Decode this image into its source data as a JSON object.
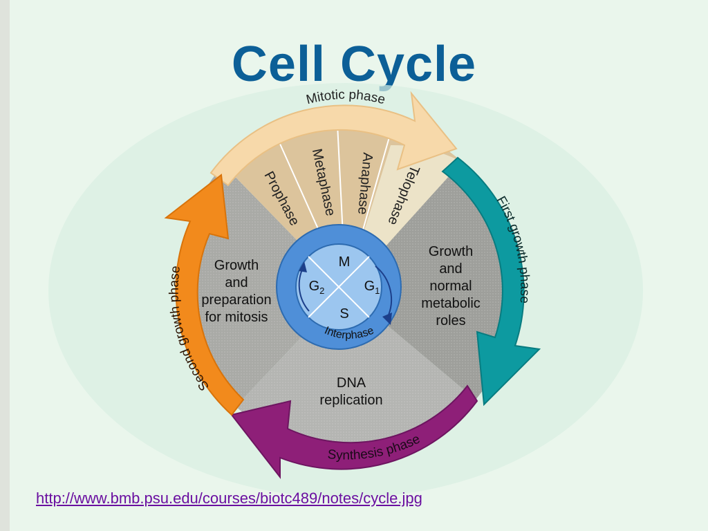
{
  "title": "Cell Cycle",
  "arcs": {
    "mitotic": "Mitotic phase",
    "first_growth": "First growth phase",
    "synthesis": "Synthesis phase",
    "second_growth": "Second growth phase"
  },
  "mitosis_stages": [
    "Prophase",
    "Metaphase",
    "Anaphase",
    "Telophase"
  ],
  "sectors": {
    "g1": [
      "Growth",
      "and",
      "normal",
      "metabolic",
      "roles"
    ],
    "s": [
      "DNA",
      "replication"
    ],
    "g2": [
      "Growth",
      "and",
      "preparation",
      "for mitosis"
    ]
  },
  "center": {
    "m": "M",
    "g1": "G",
    "g1_sub": "1",
    "s": "S",
    "g2": "G",
    "g2_sub": "2",
    "interphase": "Interphase"
  },
  "source_url": "http://www.bmb.psu.edu/courses/biotc489/notes/cycle.jpg",
  "colors": {
    "title": "#0c5f97",
    "background": "#eaf6ec",
    "mitotic_arrow": "#f7d9aa",
    "first_growth_arrow": "#0d9aa0",
    "synthesis_arrow": "#8e1f78",
    "second_growth_arrow": "#f28a1c",
    "sector_gray": "#a9aaa6",
    "mitosis_tan": "#dcc49c",
    "center_blue": "#6aa8e0",
    "link": "#6a0fa0"
  }
}
